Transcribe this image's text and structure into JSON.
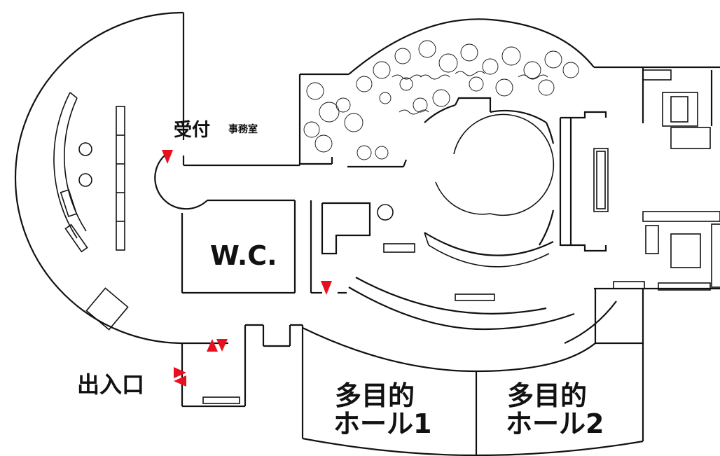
{
  "labels": {
    "reception": "受付",
    "office": "事務室",
    "wc": "W.C.",
    "entrance": "出入口",
    "hall1_line1": "多目的",
    "hall1_line2": "ホール1",
    "hall2_line1": "多目的",
    "hall2_line2": "ホール2"
  },
  "colors": {
    "wall": "#111111",
    "marker": "#e8101e",
    "background": "#ffffff"
  },
  "icons": {
    "marker": "red-triangle",
    "garden": "plant-scribble"
  }
}
